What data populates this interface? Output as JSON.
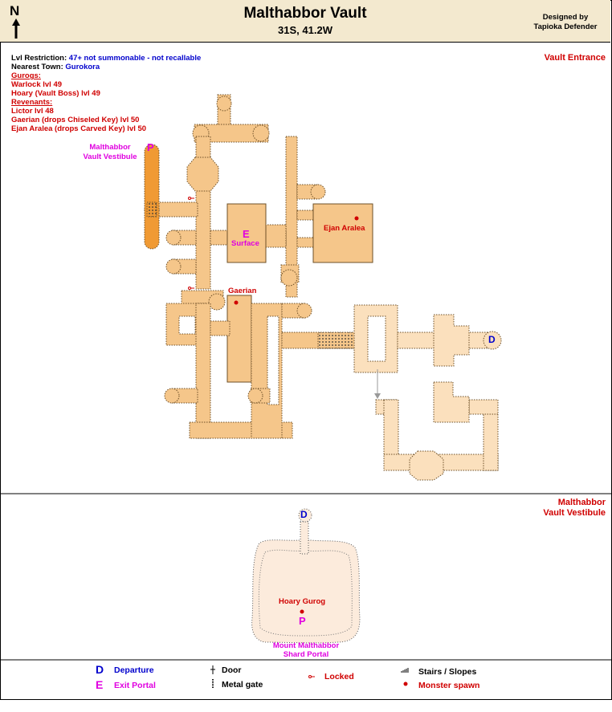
{
  "header": {
    "title": "Malthabbor Vault",
    "coords": "31S, 41.2W",
    "credit_line1": "Designed by",
    "credit_line2": "Tapioka Defender",
    "compass_letter": "N"
  },
  "info": {
    "restriction_label": "Lvl Restriction:",
    "restriction_value": "47+ not summonable - not recallable",
    "town_label": "Nearest Town:",
    "town_value": "Gurokora",
    "gurogs_heading": "Gurogs:",
    "gurogs": [
      "Warlock lvl 49",
      "Hoary (Vault Boss) lvl 49"
    ],
    "revenants_heading": "Revenants:",
    "revenants": [
      "Lictor lvl 48",
      "Gaerian (drops Chiseled Key) lvl 50",
      "Ejan Aralea (drops Carved Key) lvl 50"
    ]
  },
  "sections": {
    "entrance": "Vault Entrance",
    "vestibule_line1": "Malthabbor",
    "vestibule_line2": "Vault Vestibule"
  },
  "map_labels": {
    "vestibule_link_line1": "Malthabbor",
    "vestibule_link_line2": "Vault Vestibule",
    "portal_p": "P",
    "exit_e": "E",
    "surface": "Surface",
    "ejan": "Ejan Aralea",
    "gaerian": "Gaerian",
    "departure_d": "D",
    "vest_d": "D",
    "hoary": "Hoary Gurog",
    "vest_p": "P",
    "shard_line1": "Mount Malthabbor",
    "shard_line2": "Shard Portal"
  },
  "legend": {
    "departure_symbol": "D",
    "departure": "Departure",
    "exit_symbol": "E",
    "exit": "Exit Portal",
    "door": "Door",
    "gate": "Metal gate",
    "locked": "Locked",
    "stairs": "Stairs / Slopes",
    "spawn": "Monster spawn"
  },
  "colors": {
    "room": "#f5c68a",
    "room_light": "#fbe0bd",
    "vestibule_room": "#f09a34",
    "header_bg": "#f3e9cf",
    "vestibule_bg": "#fcebdc",
    "red": "#d00000",
    "magenta": "#e000e0",
    "blue": "#0000cc"
  }
}
